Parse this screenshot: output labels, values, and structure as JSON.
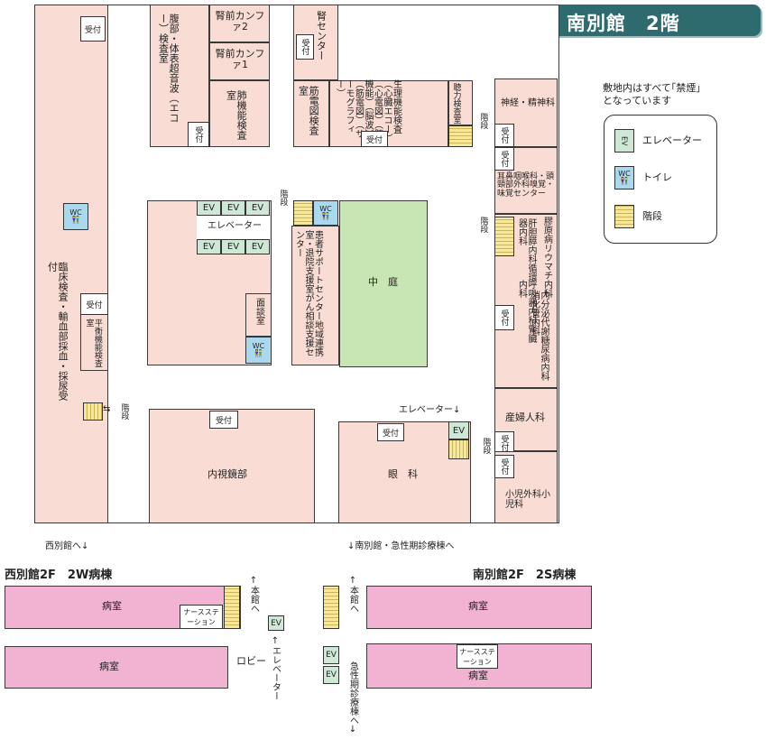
{
  "title": "病院本館・西別館・南別館　2階",
  "legend": {
    "note_line1": "敷地内はすべて｢禁煙｣",
    "note_line2": "となっています",
    "ev_label": "エレベーター",
    "wc_label": "トイレ",
    "stairs_label": "階段",
    "ev_icon_text": "EV",
    "wc_icon_text": "WC"
  },
  "common": {
    "uketsuke": "受付",
    "ev": "EV",
    "wc": "WC",
    "kaidan": "階段"
  },
  "rooms": {
    "fukubu": "腹部・体表超音波（エコー）検査室",
    "kanfa2": "腎前カンファ2",
    "kanfa1": "腎前カンファ1",
    "haikino": "肺機能検査室",
    "jin_center": "腎センター",
    "kinden": "筋電図検査室",
    "seiri": "生理機能検査（心臓エコー）（心電図）（肺機能）（脳波）（筋電図）（サーモグラフィー）",
    "choryoku": "聴力検査室",
    "shinkei": "神経・精神科",
    "jibika": "耳鼻咽喉科・頭頸部外科嗅覚・味覚センター",
    "kanzo": "肝胆膵内科循環器内科",
    "kogen": "膠原病リウマチ内科",
    "jinzo": "呼吸器内科腎臓内科",
    "naibunpi": "内分泌代謝糖尿病内科消化管内科",
    "sanfujin": "産婦人科",
    "shoni": "小児外科小児科",
    "ganka": "眼　科",
    "naishikyo": "内視鏡部",
    "rinsho": "臨床検査・輸血部採血・採尿受付",
    "heiko": "平衡機能検査室",
    "mendan": "面談室",
    "kanja": "患者サポートセンター地域連携室・退院支援室がん相談支援センター",
    "chutei": "中　庭",
    "elevator_h": "エレベーター",
    "elevator_down": "エレベーター↓"
  },
  "nav": {
    "nishi_he": "西別館へ↓",
    "minami_he": "↓南別館・急性期診療棟へ",
    "honkan_he": "↑本館へ",
    "kyusei_he": "急性期診療棟へ↓",
    "elevator_v": "↑エレベーター"
  },
  "west": {
    "heading": "西別館2F　2W病棟",
    "room1": "病室",
    "room2": "病室",
    "nurse": "ナースステーション",
    "lobby": "ロビー"
  },
  "south": {
    "heading": "南別館2F　2S病棟",
    "room1": "病室",
    "room2": "病室",
    "nurse": "ナースステーション"
  }
}
